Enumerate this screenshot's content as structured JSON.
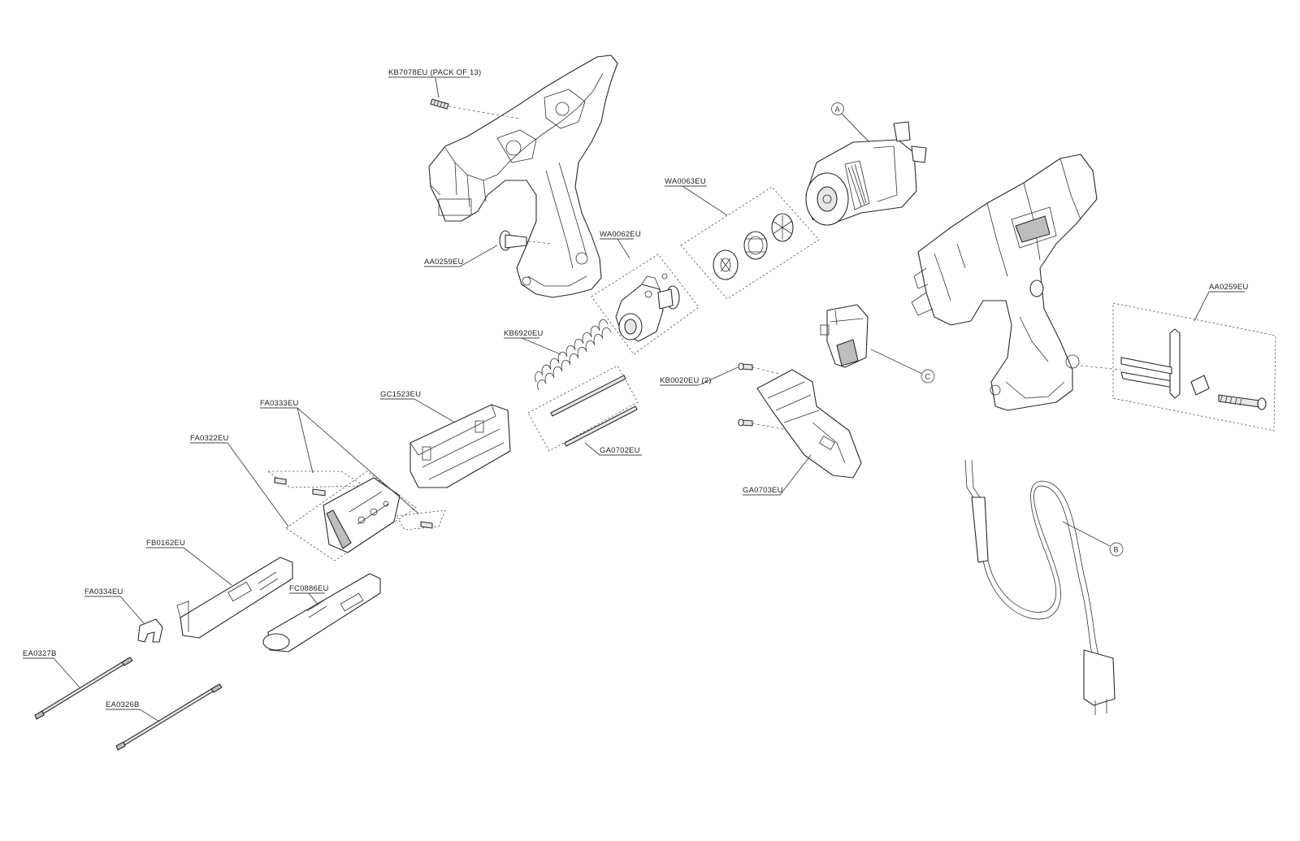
{
  "labels": {
    "kb7078": "KB7078EU (PACK OF 13)",
    "aa0259_left": "AA0259EU",
    "wa0062": "WA0062EU",
    "wa0063": "WA0063EU",
    "kb6920": "KB6920EU",
    "gc1523": "GC1523EU",
    "fa0333": "FA0333EU",
    "fa0322": "FA0322EU",
    "fb0162": "FB0162EU",
    "fa0334": "FA0334EU",
    "fc0886": "FC0886EU",
    "ea0327b": "EA0327B",
    "ea0326b": "EA0326B",
    "ga0702": "GA0702EU",
    "kb0020": "KB0020EU (2)",
    "ga0703": "GA0703EU",
    "aa0259_right": "AA0259EU"
  },
  "callouts": {
    "a": "A",
    "b": "B",
    "c": "C"
  },
  "colors": {
    "line": "#2a2a2a",
    "label": "#222222",
    "shade": "#e6e6e6"
  }
}
